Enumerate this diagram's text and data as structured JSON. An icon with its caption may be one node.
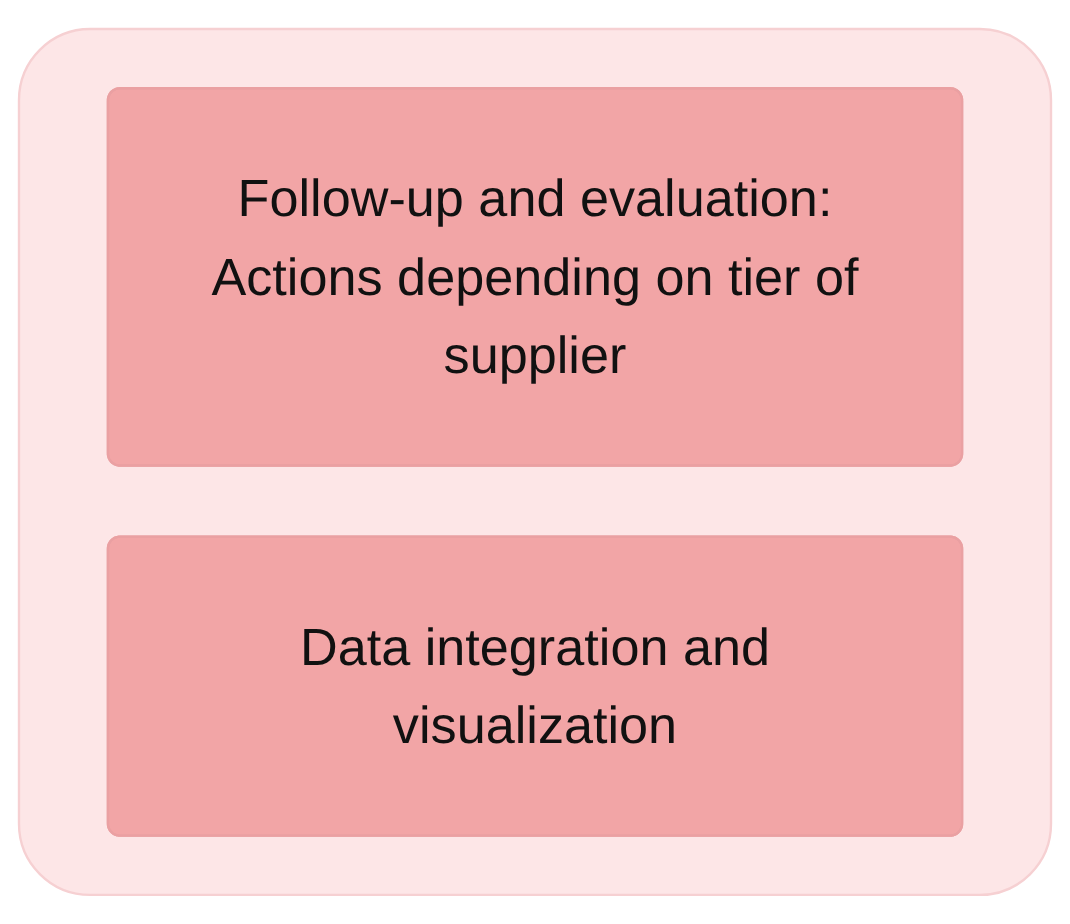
{
  "diagram": {
    "nodes": [
      {
        "text": [],
        "shape": "box"
      },
      {
        "text": [
          "Follow-up and evaluation: Actions depending on tier of supplier"
        ],
        "in": 0
      },
      {
        "text": [
          "Data integration and visualization"
        ],
        "in": 0
      }
    ]
  }
}
